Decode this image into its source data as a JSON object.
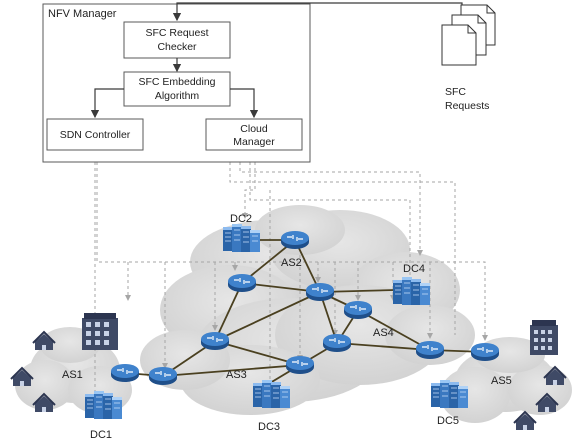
{
  "nfv_manager": {
    "title": "NFV Manager",
    "request_checker": [
      "SFC Request",
      "Checker"
    ],
    "embedding_algorithm": [
      "SFC Embedding",
      "Algorithm"
    ],
    "sdn_controller": "SDN Controller",
    "cloud_manager": [
      "Cloud",
      "Manager"
    ]
  },
  "sfc_requests": [
    "SFC",
    "Requests"
  ],
  "domains": {
    "as1": "AS1",
    "as2": "AS2",
    "as3": "AS3",
    "as4": "AS4",
    "as5": "AS5"
  },
  "datacenters": {
    "dc1": "DC1",
    "dc2": "DC2",
    "dc3": "DC3",
    "dc4": "DC4",
    "dc5": "DC5"
  },
  "colors": {
    "box_border": "#5a5a5a",
    "cloud_fill": "#d9d9d9",
    "router_fill": "#2f6fb6",
    "server_fill": "#4a8ad2",
    "link": "#4a4020",
    "dashed": "#a6a6a6"
  }
}
